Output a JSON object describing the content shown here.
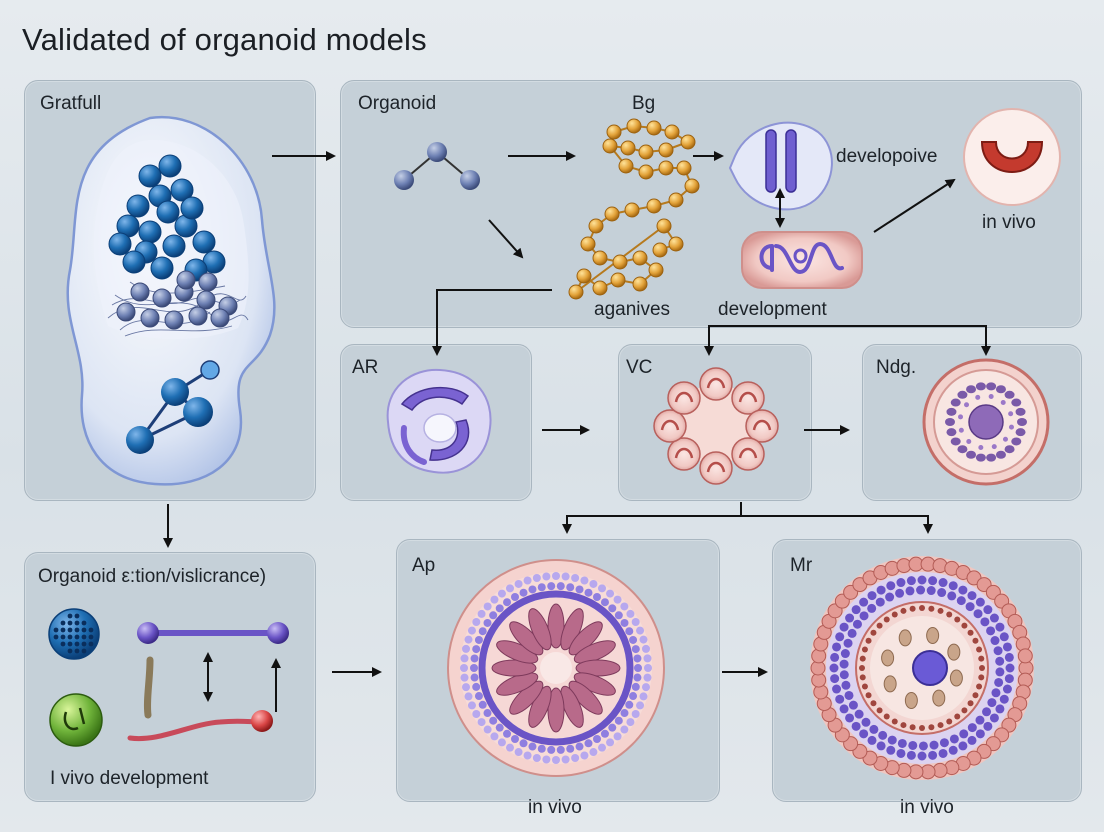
{
  "title": "Validated of organoid models",
  "panels": {
    "gratfull": "Gratfull",
    "organoid_top": "Organoid",
    "bg": "Bg",
    "ar": "AR",
    "vc": "VC",
    "ndg": "Ndg.",
    "organoid_bottom": "Organoid ε:tion/vislicrance)",
    "ap": "Ap",
    "mr": "Mr"
  },
  "labels": {
    "developoive": "developoive",
    "in_vivo_top": "in vivo",
    "aganives": "aganives",
    "development": "development",
    "i_vivo_development": "I vivo development",
    "in_vivo_ap": "in vivo",
    "in_vivo_mr": "in vivo"
  },
  "colors": {
    "panel": "#c5d0d8",
    "cell_blue": "#1f6fb4",
    "chain_orange": "#e3a33a",
    "violet": "#7b6fd6",
    "tissue_pink": "#f1c9c4",
    "tissue_red": "#c9625e"
  }
}
